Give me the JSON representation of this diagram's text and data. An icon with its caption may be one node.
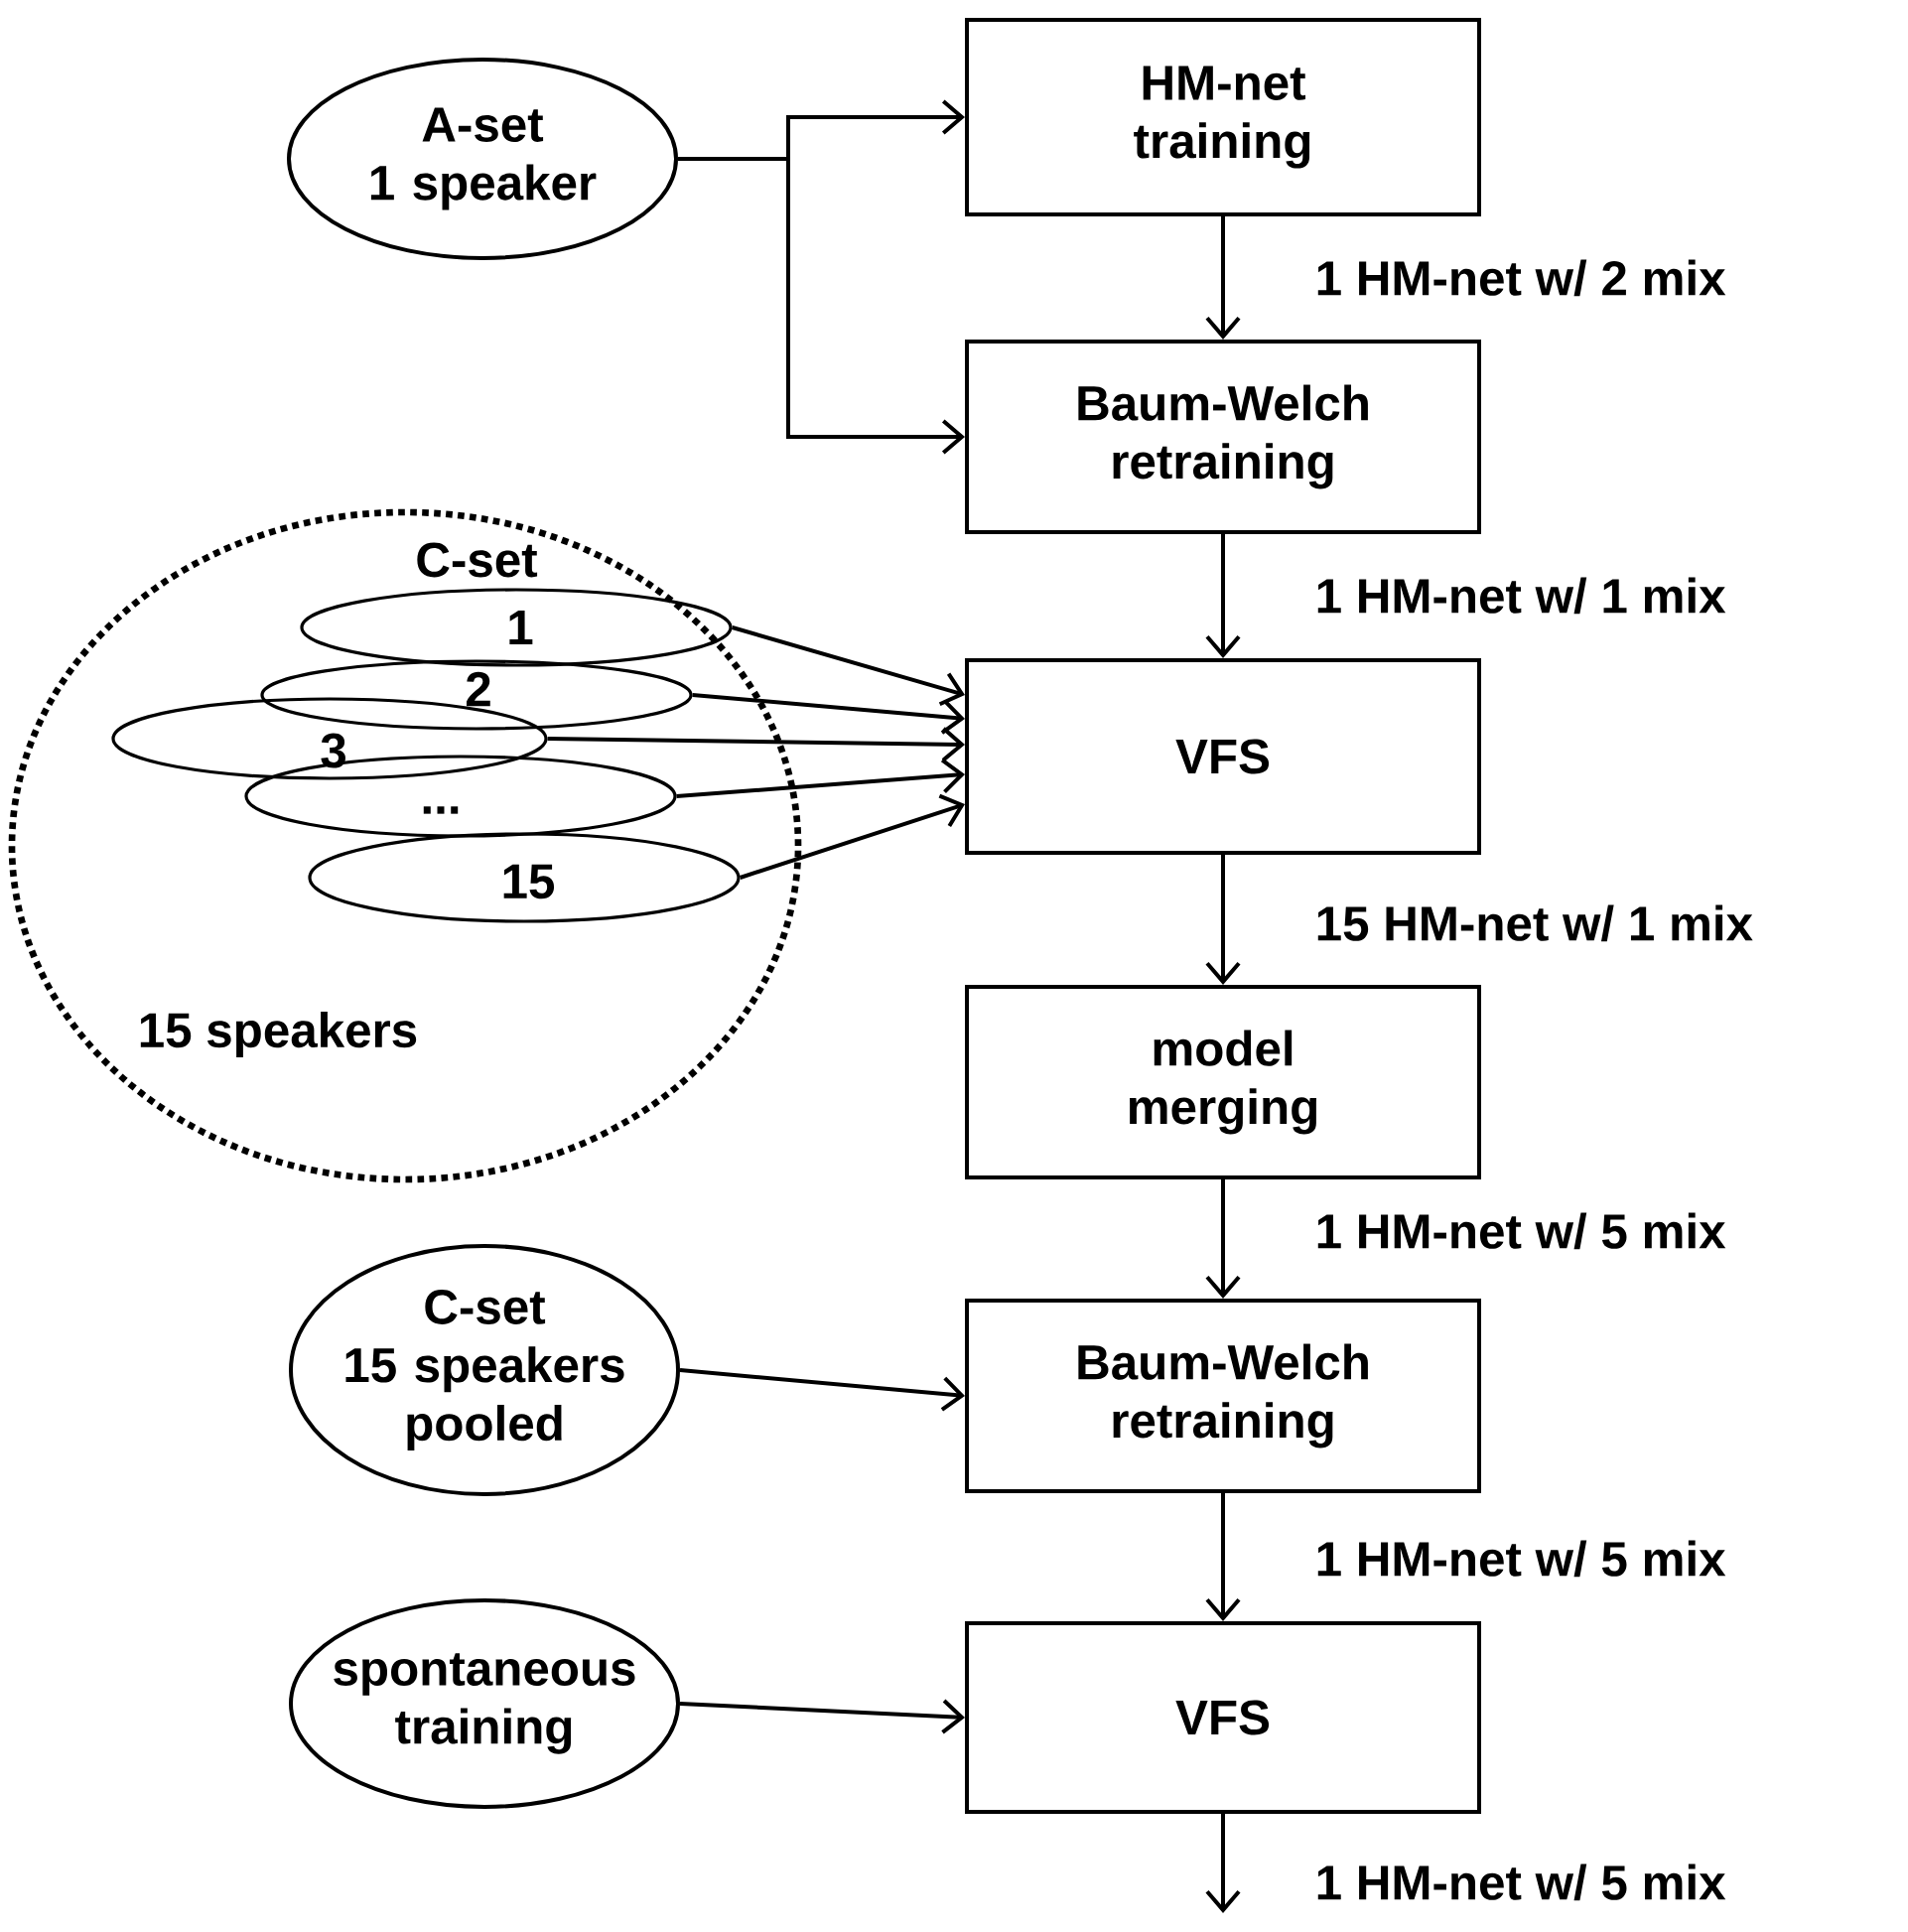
{
  "diagram": {
    "nodes": [
      {
        "text": [
          "HM-net training"
        ]
      },
      {
        "text": [
          "A-set",
          "1 speaker"
        ]
      },
      {
        "text": [
          "Baum-Welch retraining"
        ]
      },
      {
        "text": [
          "C-set",
          "15 speakers"
        ]
      },
      {
        "text": [
          "1"
        ],
        "in": 3
      },
      {
        "text": [
          "2"
        ],
        "in": 3
      },
      {
        "text": [
          "3"
        ],
        "in": 3
      },
      {
        "text": [
          "..."
        ],
        "in": 3
      },
      {
        "text": [
          "15"
        ],
        "in": 3
      },
      {
        "text": [
          "VFS"
        ]
      },
      {
        "text": [
          "model merging"
        ]
      },
      {
        "text": [
          "C-set",
          "15 speakers pooled"
        ]
      },
      {
        "text": [
          "Baum-Welch retraining"
        ]
      },
      {
        "text": [
          "spontaneous training"
        ]
      },
      {
        "text": [
          "VFS"
        ]
      }
    ],
    "edges": [
      {
        "from": 1,
        "to": 0,
        "arrow": "to"
      },
      {
        "from": 1,
        "to": 2,
        "arrow": "to"
      },
      {
        "from": 0,
        "to": 2,
        "arrow": "to",
        "label": "1 HM-net w/ 2 mix"
      },
      {
        "from": 2,
        "to": 9,
        "arrow": "to",
        "label": "1 HM-net w/ 1 mix"
      },
      {
        "from": 4,
        "to": 9,
        "arrow": "to"
      },
      {
        "from": 5,
        "to": 9,
        "arrow": "to"
      },
      {
        "from": 6,
        "to": 9,
        "arrow": "to"
      },
      {
        "from": 7,
        "to": 9,
        "arrow": "to"
      },
      {
        "from": 8,
        "to": 9,
        "arrow": "to"
      },
      {
        "from": 9,
        "to": 10,
        "arrow": "to",
        "label": "15 HM-net w/ 1 mix"
      },
      {
        "from": 10,
        "to": 12,
        "arrow": "to",
        "label": "1 HM-net w/ 5 mix"
      },
      {
        "from": 11,
        "to": 12,
        "arrow": "to"
      },
      {
        "from": 12,
        "to": 14,
        "arrow": "to",
        "label": "1 HM-net w/ 5 mix"
      },
      {
        "from": 13,
        "to": 14,
        "arrow": "to"
      },
      {
        "from": 14,
        "to": null,
        "arrow": "to",
        "label": "1 HM-net w/ 5 mix"
      }
    ]
  }
}
